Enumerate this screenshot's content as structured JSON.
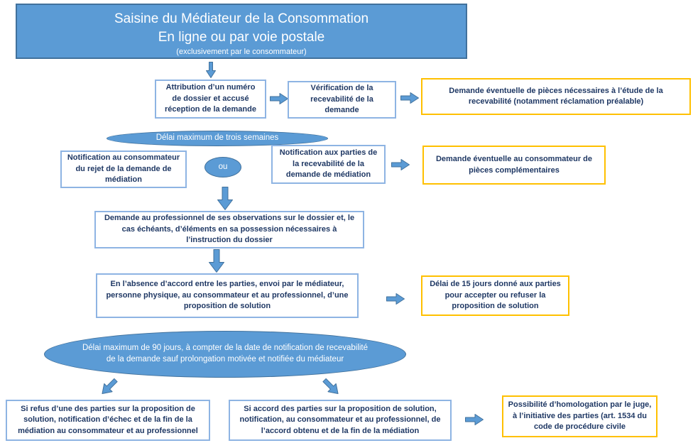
{
  "colors": {
    "blue_fill": "#5B9BD5",
    "blue_border": "#41719C",
    "box_border_blue": "#8EB4E3",
    "box_border_orange": "#FFC000",
    "text_navy": "#1F3864",
    "text_white": "#FFFFFF"
  },
  "header": {
    "line1": "Saisine du Médiateur de la Consommation",
    "line2": "En ligne ou par voie postale",
    "line3": "(exclusivement par le consommateur)"
  },
  "steps": {
    "attribution": "Attribution d’un numéro de dossier et accusé réception de la demande",
    "verification": "Vérification de la recevabilité de la demande",
    "pieces_recevabilite": "Demande éventuelle de pièces nécessaires à l’étude de la recevabilité (notamment réclamation préalable)",
    "delai_3_semaines": "Délai maximum de trois semaines",
    "rejet": "Notification au consommateur du rejet de la demande de médiation",
    "ou": "ou",
    "recevabilite_notification": "Notification aux parties de la recevabilité de la demande de médiation",
    "pieces_complementaires": "Demande éventuelle au consommateur de pièces complémentaires",
    "demande_professionnel": "Demande au professionnel de ses observations sur le dossier et, le cas échéants, d’éléments en sa possession nécessaires à l’instruction du dossier",
    "absence_accord": "En l’absence d’accord entre les parties, envoi par le médiateur, personne physique, au consommateur et au professionnel, d’une proposition de solution",
    "delai_15_jours": "Délai de 15 jours donné aux parties pour accepter ou refuser la proposition de solution",
    "delai_90_jours": "Délai maximum de 90 jours, à compter de la date de notification de recevabilité de la demande sauf prolongation motivée et notifiée du médiateur",
    "refus": "Si refus d’une des parties sur la proposition de solution, notification d’échec et de la fin de la médiation au consommateur et au professionnel",
    "accord": "Si accord des parties sur la proposition de solution, notification, au consommateur et au professionnel, de l’accord obtenu et de la fin de la médiation",
    "homologation": "Possibilité d’homologation par le juge, à l’initiative des parties (art. 1534 du code de procédure civile"
  }
}
